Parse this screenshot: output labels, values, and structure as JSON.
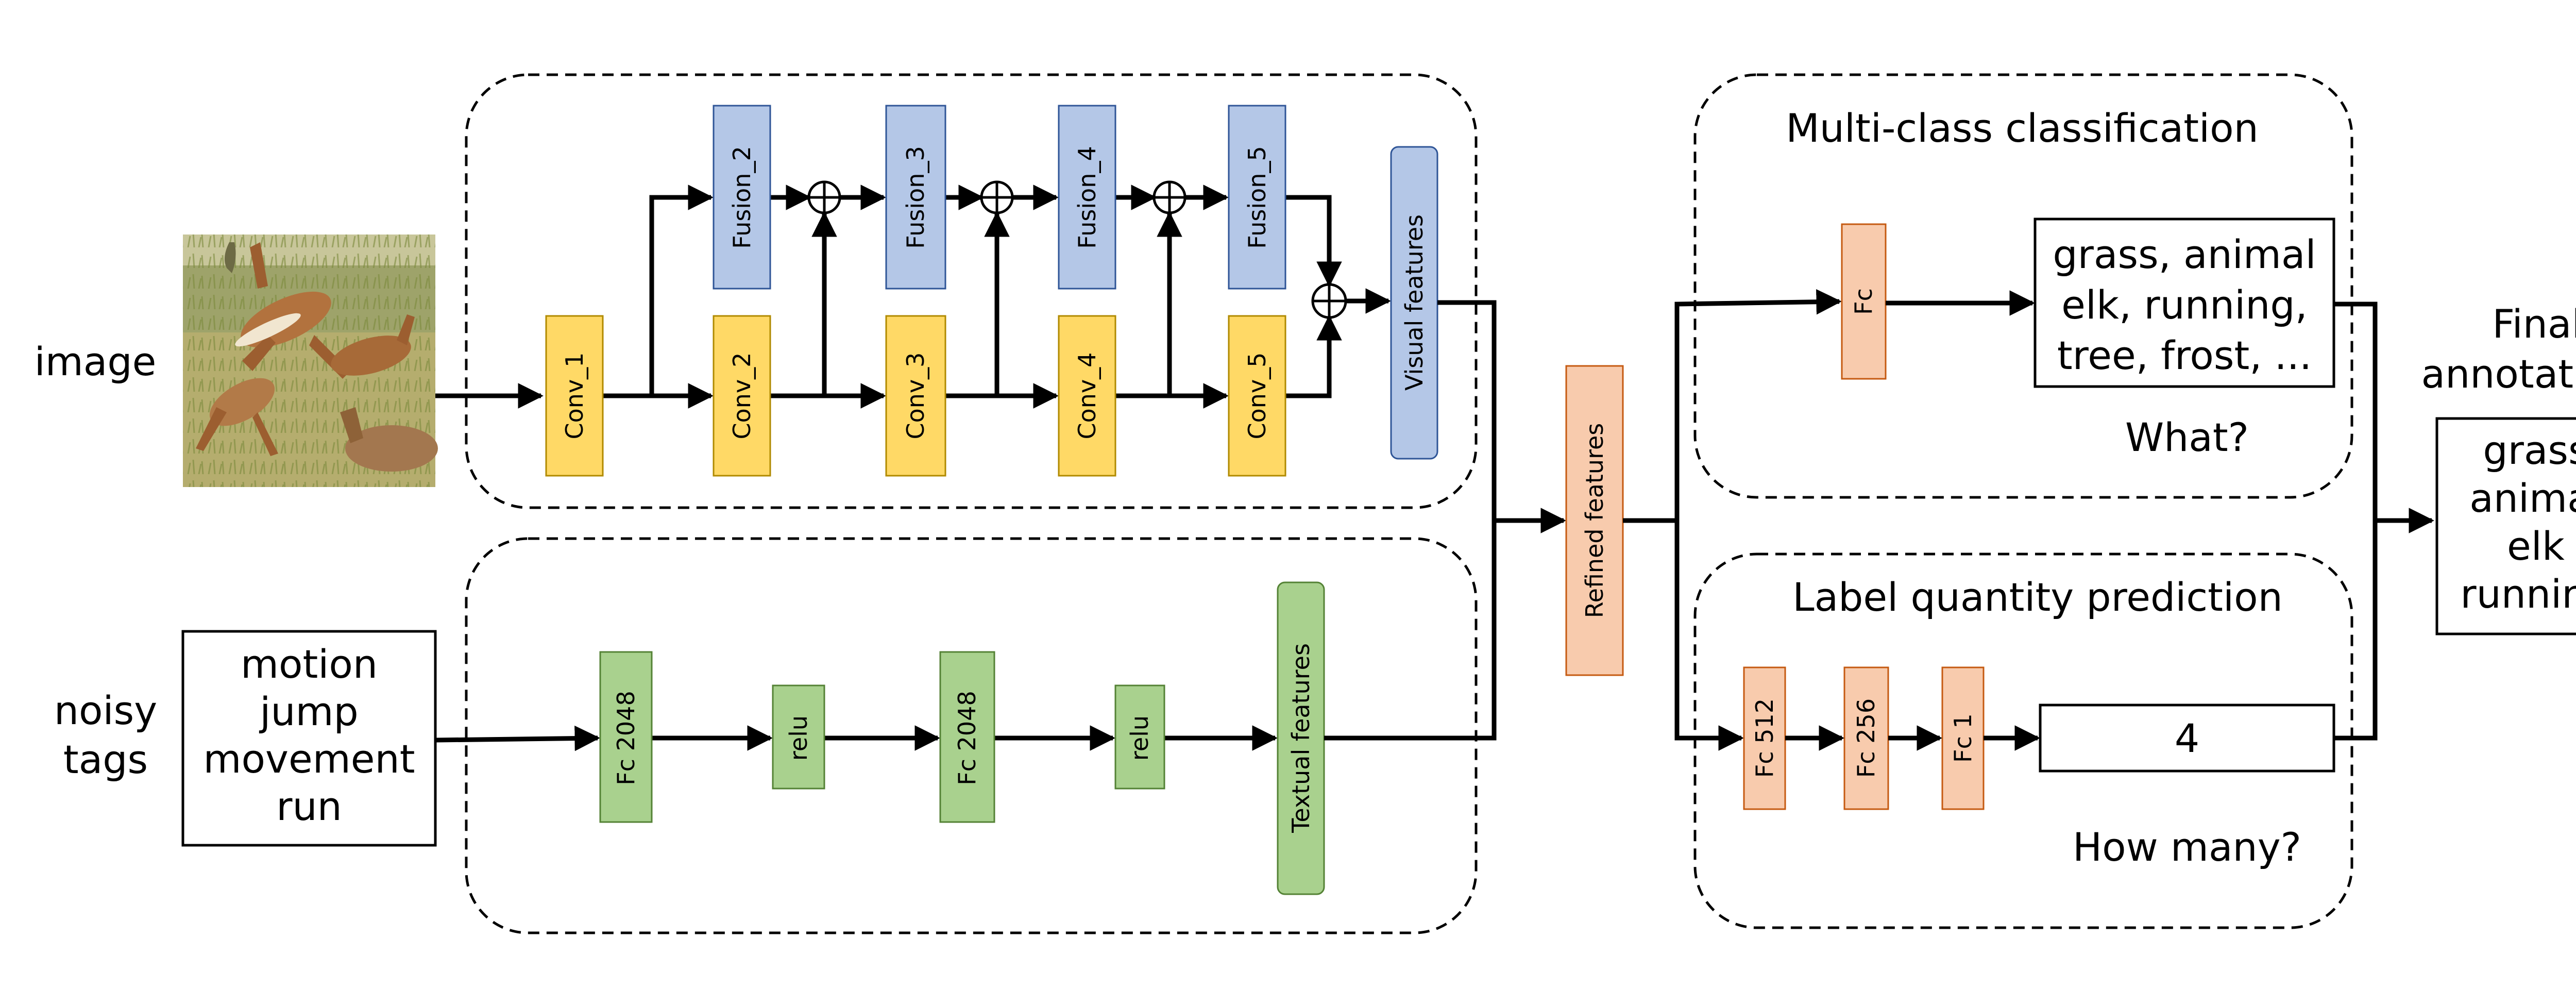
{
  "inputs": {
    "image_label": "image",
    "tags_label_line1": "noisy",
    "tags_label_line2": "tags",
    "tags": [
      "motion",
      "jump",
      "movement",
      "run"
    ]
  },
  "visual_branch": {
    "conv": [
      "Conv_1",
      "Conv_2",
      "Conv_3",
      "Conv_4",
      "Conv_5"
    ],
    "fusion": [
      "Fusion_2",
      "Fusion_3",
      "Fusion_4",
      "Fusion_5"
    ],
    "output": "Visual features"
  },
  "textual_branch": {
    "layers": [
      "Fc 2048",
      "relu",
      "Fc 2048",
      "relu"
    ],
    "output": "Textual features"
  },
  "refined": "Refined features",
  "classification": {
    "title": "Multi-class classification",
    "fc": "Fc",
    "output_lines": [
      "grass, animal",
      "elk, running,",
      "tree, frost, ..."
    ],
    "question": "What?"
  },
  "quantity": {
    "title": "Label quantity prediction",
    "layers": [
      "Fc 512",
      "Fc 256",
      "Fc 1"
    ],
    "output": "4",
    "question": "How many?"
  },
  "final": {
    "title_line1": "Final",
    "title_line2": "annotations",
    "labels": [
      "grass",
      "animal",
      "elk",
      "running"
    ]
  },
  "colors": {
    "conv": "#FFD966",
    "fusion": "#B4C7E7",
    "textual": "#A9D18E",
    "fc": "#F8CBAD"
  }
}
